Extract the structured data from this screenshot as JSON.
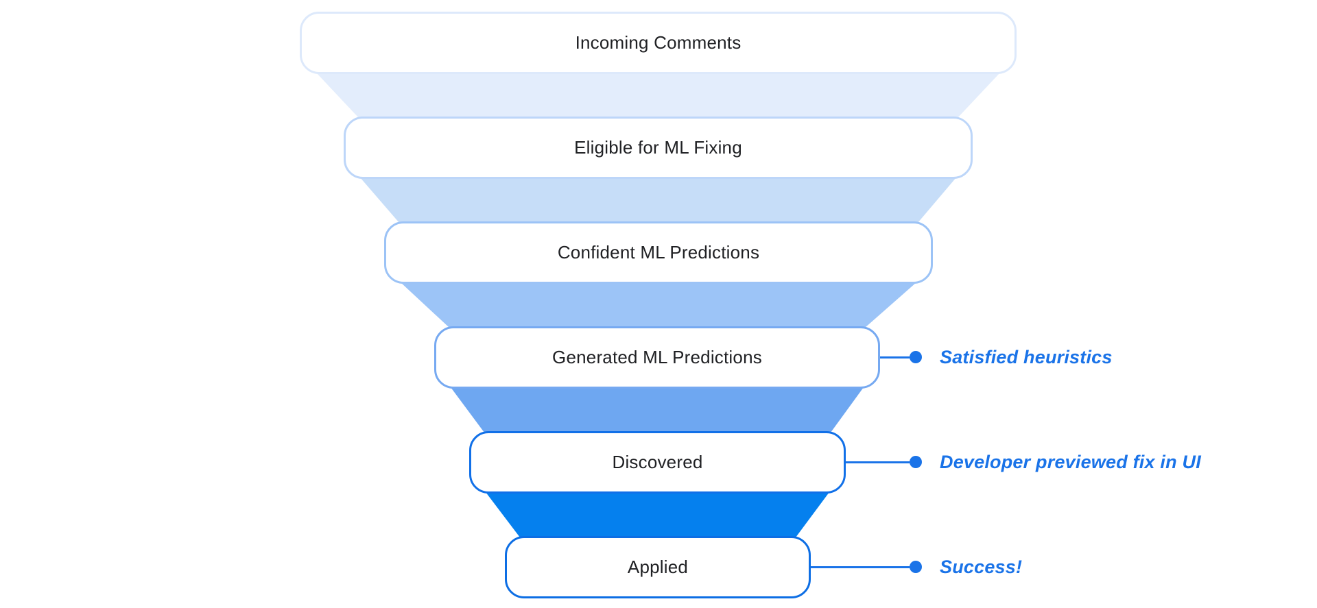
{
  "diagram": {
    "type": "funnel",
    "label_color": "#202124",
    "annotation_color": "#1a73e8",
    "stages": [
      {
        "label": "Incoming Comments",
        "border_color": "#dde9fb"
      },
      {
        "label": "Eligible for ML Fixing",
        "border_color": "#bdd6f9"
      },
      {
        "label": "Confident ML Predictions",
        "border_color": "#9cc3f6"
      },
      {
        "label": "Generated ML Predictions",
        "border_color": "#76a9f1",
        "annotation": "Satisfied heuristics"
      },
      {
        "label": "Discovered",
        "border_color": "#1170e8",
        "annotation": "Developer previewed fix in UI"
      },
      {
        "label": "Applied",
        "border_color": "#0d6ee4",
        "annotation": "Success!"
      }
    ],
    "connector_colors": [
      "#e3edfc",
      "#c6ddf8",
      "#9cc4f7",
      "#6ea7f1",
      "#0580ee"
    ]
  }
}
